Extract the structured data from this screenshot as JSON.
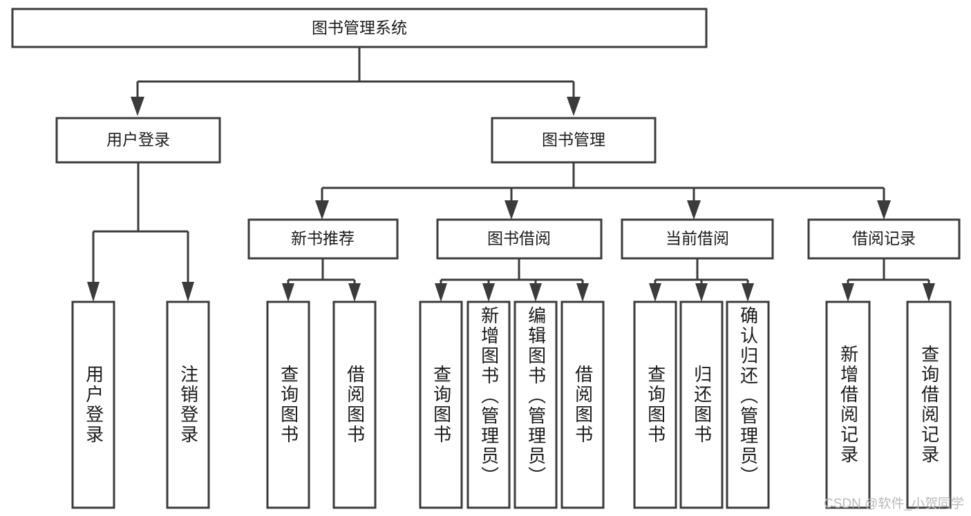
{
  "diagram": {
    "type": "tree",
    "title": "图书管理系统",
    "root": {
      "label": "图书管理系统"
    },
    "level1": [
      {
        "label": "用户登录"
      },
      {
        "label": "图书管理"
      }
    ],
    "level2": [
      {
        "label": "新书推荐"
      },
      {
        "label": "图书借阅"
      },
      {
        "label": "当前借阅"
      },
      {
        "label": "借阅记录"
      }
    ],
    "leaves": {
      "user_login": [
        {
          "label": "用户登录"
        },
        {
          "label": "注销登录"
        }
      ],
      "new_book": [
        {
          "label": "查询图书"
        },
        {
          "label": "借阅图书"
        }
      ],
      "book_borrow": [
        {
          "label": "查询图书"
        },
        {
          "label": "新增图书（管理员）"
        },
        {
          "label": "编辑图书（管理员）"
        },
        {
          "label": "借阅图书"
        }
      ],
      "current_borrow": [
        {
          "label": "查询图书"
        },
        {
          "label": "归还图书"
        },
        {
          "label": "确认归还（管理员）"
        }
      ],
      "borrow_record": [
        {
          "label": "新增借阅记录"
        },
        {
          "label": "查询借阅记录"
        }
      ]
    }
  },
  "watermark": {
    "text": "CSDN @软件_小贺同学"
  },
  "colors": {
    "stroke": "#3b3b3b",
    "box_fill": "#ffffff",
    "text": "#1a1a1a",
    "watermark": "#b9b9b9",
    "background": "#ffffff"
  }
}
